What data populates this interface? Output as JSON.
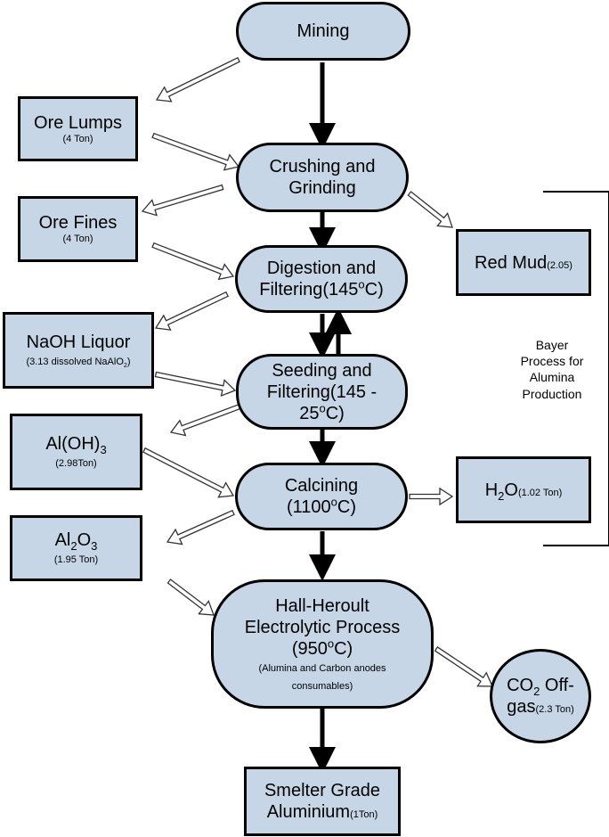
{
  "mining": "Mining",
  "crushing": {
    "line1": "Crushing and",
    "line2": "Grinding"
  },
  "digestion": {
    "line1": "Digestion and",
    "line2": "Filtering(145",
    "deg": "o",
    "unit": "C)"
  },
  "seeding": {
    "line1": "Seeding and",
    "line2": "Filtering(145 -",
    "line3": "25",
    "deg": "o",
    "unit": "C)"
  },
  "calcining": {
    "line1": "Calcining",
    "line2a": "(1100",
    "deg": "o",
    "unit": "C)"
  },
  "hall": {
    "line1": "Hall-Heroult",
    "line2": "Electrolytic Process",
    "line3a": "(950",
    "deg": "o",
    "unit": "C)",
    "note1": "(Alumina and Carbon anodes",
    "note2": "consumables)"
  },
  "smelter": {
    "line1": "Smelter Grade",
    "line2": "Aluminium",
    "qty": "(1Ton)"
  },
  "ore_lumps": {
    "name": "Ore Lumps",
    "qty": "(4 Ton)"
  },
  "ore_fines": {
    "name": "Ore Fines",
    "qty": "(4 Ton)"
  },
  "naoh": {
    "name": "NaOH Liquor",
    "qty_a": "(3.13 dissolved NaAlO",
    "qty_sub": "2",
    "qty_b": ")"
  },
  "aloh": {
    "a": "Al(OH)",
    "sub": "3",
    "qty": "(2.98Ton)"
  },
  "al2o3": {
    "a": "Al",
    "sub1": "2",
    "b": "O",
    "sub2": "3",
    "qty": "(1.95 Ton)"
  },
  "red_mud": {
    "name": "Red Mud",
    "qty": "(2.05)"
  },
  "h2o": {
    "a": "H",
    "sub": "2",
    "b": "O",
    "qty": "(1.02 Ton)"
  },
  "co2": {
    "a": "CO",
    "sub": "2",
    "b": " Off-",
    "c": "gas",
    "qty": "(2.3 Ton)"
  },
  "bayer": {
    "line1": "Bayer",
    "line2": "Process for",
    "line3": "Alumina",
    "line4": "Production"
  }
}
